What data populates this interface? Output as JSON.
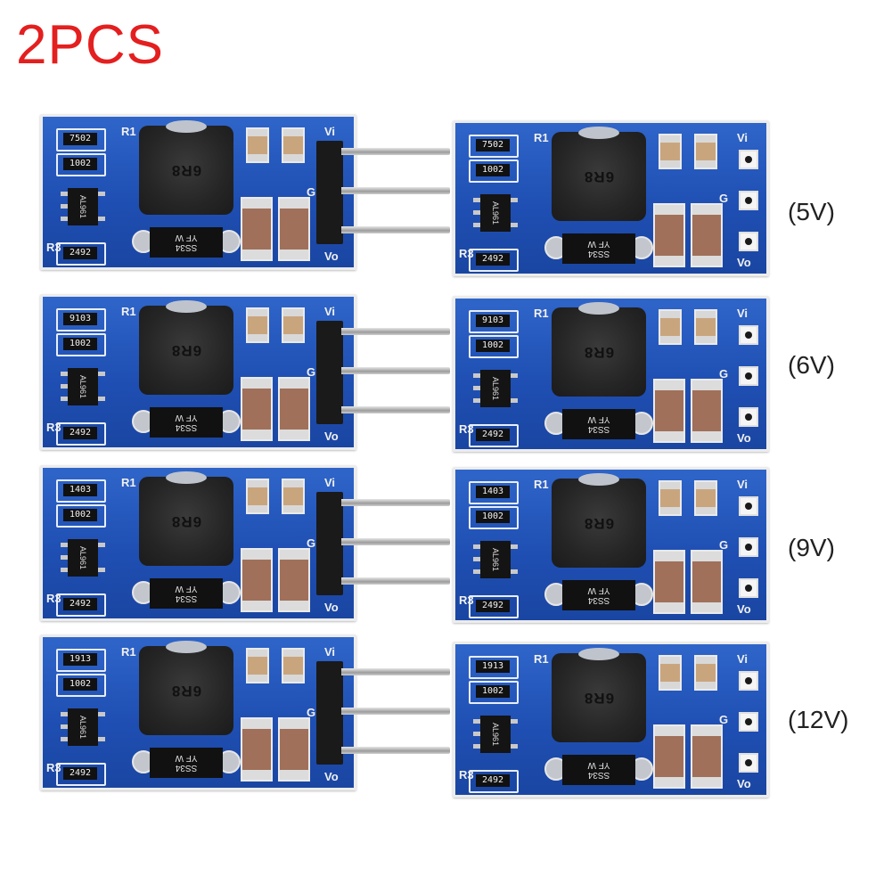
{
  "header": {
    "title": "2PCS"
  },
  "variants": [
    {
      "voltage": "(5V)",
      "r_top": "7502",
      "r_mid": "1002",
      "r_bot": "2492",
      "ic": "AL961"
    },
    {
      "voltage": "(6V)",
      "r_top": "9103",
      "r_mid": "1002",
      "r_bot": "2492",
      "ic": "AL961"
    },
    {
      "voltage": "(9V)",
      "r_top": "1403",
      "r_mid": "1002",
      "r_bot": "2492",
      "ic": "AL961"
    },
    {
      "voltage": "(12V)",
      "r_top": "1913",
      "r_mid": "1002",
      "r_bot": "2492",
      "ic": "AL961"
    }
  ],
  "board_labels": {
    "r1": "R1",
    "r3": "R3",
    "vi": "Vi",
    "g": "G",
    "vo": "Vo",
    "inductor": "6R8",
    "diode_line1": "SS34",
    "diode_line2": "YF W"
  },
  "colors": {
    "title": "#e41f1f",
    "pcb": "#1f4fb3"
  }
}
